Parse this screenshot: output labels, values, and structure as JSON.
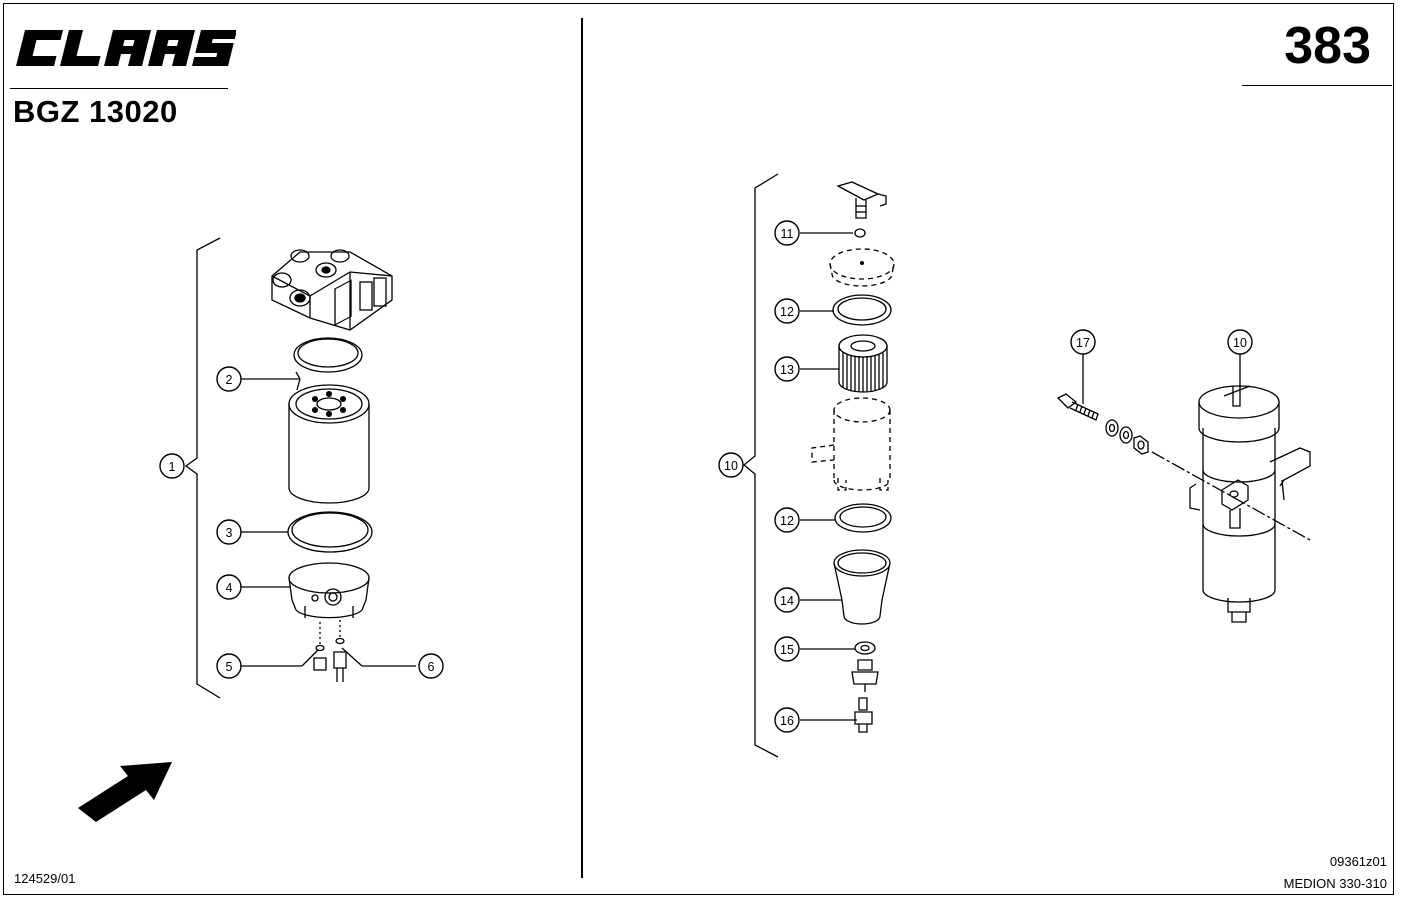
{
  "header": {
    "brand": "CLAAS",
    "document_code": "BGZ 13020",
    "page_number": "383"
  },
  "footer": {
    "left_ref": "124529/01",
    "right_ref": "09361z01",
    "model": "MEDION 330-310"
  },
  "callouts": {
    "c1": "1",
    "c2": "2",
    "c3": "3",
    "c4": "4",
    "c5": "5",
    "c6": "6",
    "c10a": "10",
    "c11": "11",
    "c12a": "12",
    "c13": "13",
    "c12b": "12",
    "c14": "14",
    "c15": "15",
    "c16": "16",
    "c17": "17",
    "c10b": "10"
  },
  "colors": {
    "ink": "#000000",
    "paper": "#ffffff"
  }
}
